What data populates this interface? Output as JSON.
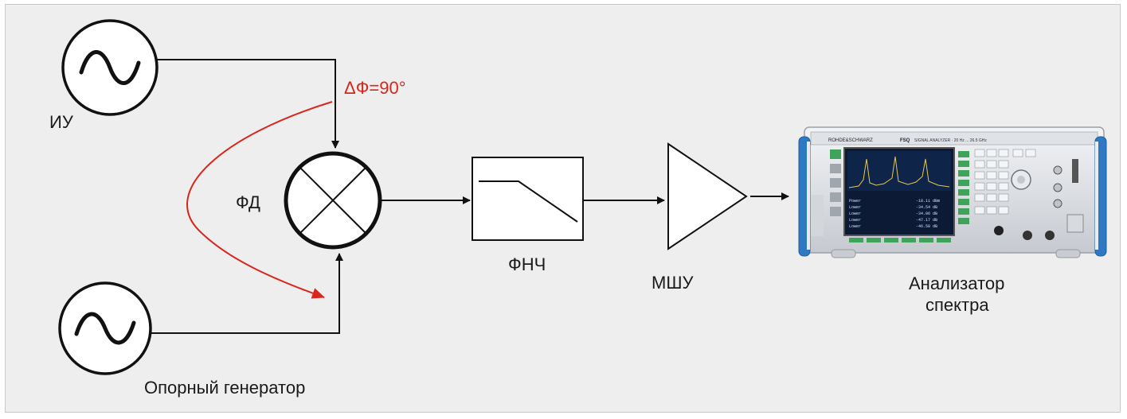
{
  "labels": {
    "iu": "ИУ",
    "ref_gen": "Опорный генератор",
    "phase_det": "ФД",
    "phase_shift": "ΔФ=90°",
    "lpf": "ФНЧ",
    "lna": "МШУ",
    "analyzer_line1": "Анализатор",
    "analyzer_line2": "спектра"
  },
  "device": {
    "brand": "ROHDE&SCHWARZ",
    "model": "FSQ",
    "subtitle": "SIGNAL ANALYZER · 20 Hz ... 26.5 GHz",
    "screen_readings": [
      {
        "name": "Power",
        "value": "-18.11 dBm"
      },
      {
        "name": "Lower",
        "value": "-34.54 dB"
      },
      {
        "name": "Lower",
        "value": "-34.06 dB"
      },
      {
        "name": "Lower",
        "value": "-47.17 dB"
      },
      {
        "name": "Lower",
        "value": "-46.58 dB"
      }
    ]
  },
  "colors": {
    "line": "#111111",
    "annotation": "#d9261c",
    "background": "#eeeeef"
  }
}
